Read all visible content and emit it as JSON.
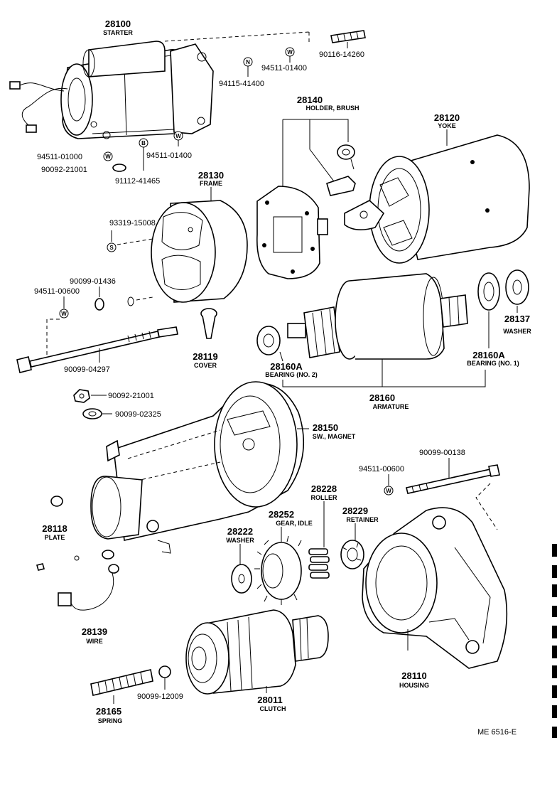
{
  "parts": {
    "p28100": {
      "number": "28100",
      "name": "STARTER"
    },
    "p28140": {
      "number": "28140",
      "name": "HOLDER, BRUSH"
    },
    "p28120": {
      "number": "28120",
      "name": "YOKE"
    },
    "p28130": {
      "number": "28130",
      "name": "FRAME"
    },
    "p28119": {
      "number": "28119",
      "name": "COVER"
    },
    "p28137": {
      "number": "28137",
      "name": "WASHER"
    },
    "p28160A_1": {
      "number": "28160A",
      "name": "BEARING (NO. 1)"
    },
    "p28160A_2": {
      "number": "28160A",
      "name": "BEARING (NO. 2)"
    },
    "p28160": {
      "number": "28160",
      "name": "ARMATURE"
    },
    "p28150": {
      "number": "28150",
      "name": "SW., MAGNET"
    },
    "p28228": {
      "number": "28228",
      "name": "ROLLER"
    },
    "p28252": {
      "number": "28252",
      "name": "GEAR, IDLE"
    },
    "p28229": {
      "number": "28229",
      "name": "RETAINER"
    },
    "p28222": {
      "number": "28222",
      "name": "WASHER"
    },
    "p28118": {
      "number": "28118",
      "name": "PLATE"
    },
    "p28139": {
      "number": "28139",
      "name": "WIRE"
    },
    "p28110": {
      "number": "28110",
      "name": "HOUSING"
    },
    "p28011": {
      "number": "28011",
      "name": "CLUTCH"
    },
    "p28165": {
      "number": "28165",
      "name": "SPRING"
    }
  },
  "fasteners": {
    "f90116_14260": "90116-14260",
    "f94511_01400_a": "94511-01400",
    "f94115_41400": "94115-41400",
    "f94511_01000": "94511-01000",
    "f90092_21001_a": "90092-21001",
    "f91112_41465": "91112-41465",
    "f94511_01400_b": "94511-01400",
    "f93319_15008": "93319-15008",
    "f90099_01436": "90099-01436",
    "f94511_00600_a": "94511-00600",
    "f90099_04297": "90099-04297",
    "f90092_21001_b": "90092-21001",
    "f90099_02325": "90099-02325",
    "f90099_00138": "90099-00138",
    "f94511_00600_b": "94511-00600",
    "f90099_12009": "90099-12009"
  },
  "badges": {
    "w": "W",
    "n": "N",
    "b": "B",
    "s": "S"
  },
  "reference_code": "ME 6516-E"
}
